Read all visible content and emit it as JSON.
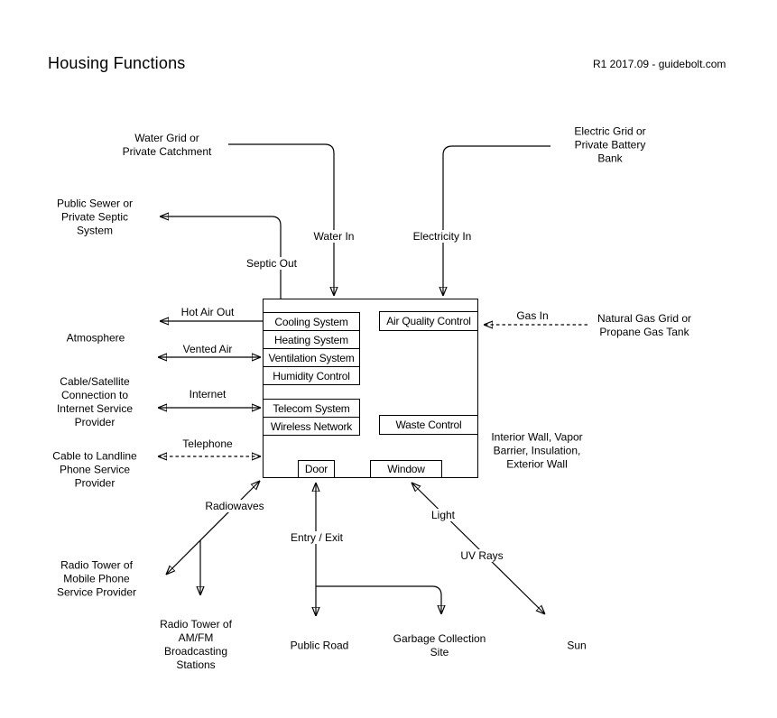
{
  "header": {
    "title": "Housing Functions",
    "revision": "R1 2017.09 - guidebolt.com"
  },
  "house": {
    "systems": {
      "cooling": "Cooling System",
      "heating": "Heating System",
      "ventilation": "Ventilation System",
      "humidity": "Humidity Control",
      "telecom": "Telecom System",
      "wireless": "Wireless Network",
      "air_quality": "Air Quality Control",
      "waste": "Waste Control"
    },
    "openings": {
      "door": "Door",
      "window": "Window"
    }
  },
  "externals": {
    "water_grid": "Water Grid or\nPrivate Catchment",
    "electric_grid": "Electric Grid or\nPrivate Battery\nBank",
    "public_sewer": "Public Sewer or\nPrivate Septic\nSystem",
    "atmosphere": "Atmosphere",
    "cable_satellite": "Cable/Satellite\nConnection to\nInternet Service\nProvider",
    "cable_landline": "Cable to Landline\nPhone Service\nProvider",
    "natural_gas": "Natural Gas Grid or\nPropane Gas Tank",
    "interior_wall": "Interior Wall, Vapor\nBarrier, Insulation,\nExterior Wall",
    "radio_mobile": "Radio Tower of\nMobile Phone\nService Provider",
    "radio_amfm": "Radio Tower of\nAM/FM\nBroadcasting\nStations",
    "public_road": "Public Road",
    "garbage_site": "Garbage Collection\nSite",
    "sun": "Sun"
  },
  "flows": {
    "water_in": "Water In",
    "electricity_in": "Electricity In",
    "septic_out": "Septic Out",
    "hot_air_out": "Hot Air Out",
    "vented_air": "Vented Air",
    "internet": "Internet",
    "telephone": "Telephone",
    "gas_in": "Gas In",
    "radiowaves": "Radiowaves",
    "entry_exit": "Entry / Exit",
    "light": "Light",
    "uv_rays": "UV Rays"
  }
}
